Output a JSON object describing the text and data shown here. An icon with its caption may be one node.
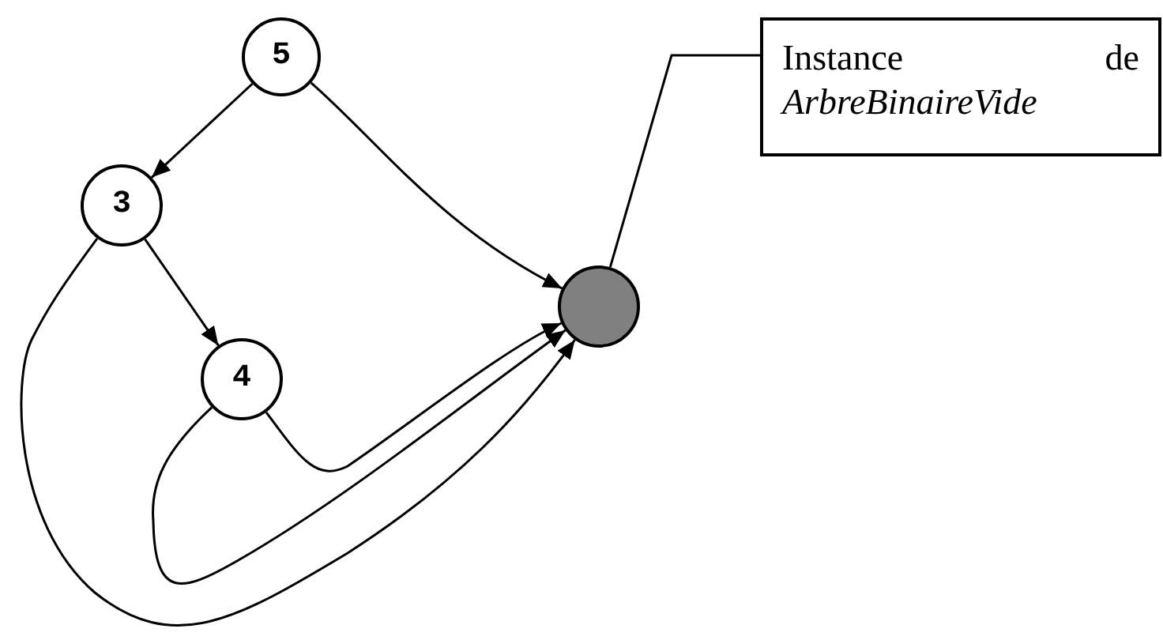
{
  "diagram": {
    "nodes": [
      {
        "text": [
          "5"
        ]
      },
      {
        "text": [
          "3"
        ]
      },
      {
        "text": [
          "4"
        ]
      },
      {
        "text": [],
        "shape": "circle"
      },
      {
        "text": [
          "Instance de *ArbreBinaireVide*"
        ]
      }
    ],
    "edges": [
      {
        "from": 0,
        "to": 1,
        "arrow": "to"
      },
      {
        "from": 1,
        "to": 2,
        "arrow": "to"
      },
      {
        "from": 0,
        "to": 3,
        "arrow": "to"
      },
      {
        "from": 2,
        "to": 3,
        "arrow": "to"
      },
      {
        "from": 2,
        "to": 3,
        "arrow": "to"
      },
      {
        "from": 1,
        "to": 3,
        "arrow": "to"
      },
      {
        "from": 4,
        "to": 3,
        "arrow": "none"
      }
    ]
  }
}
